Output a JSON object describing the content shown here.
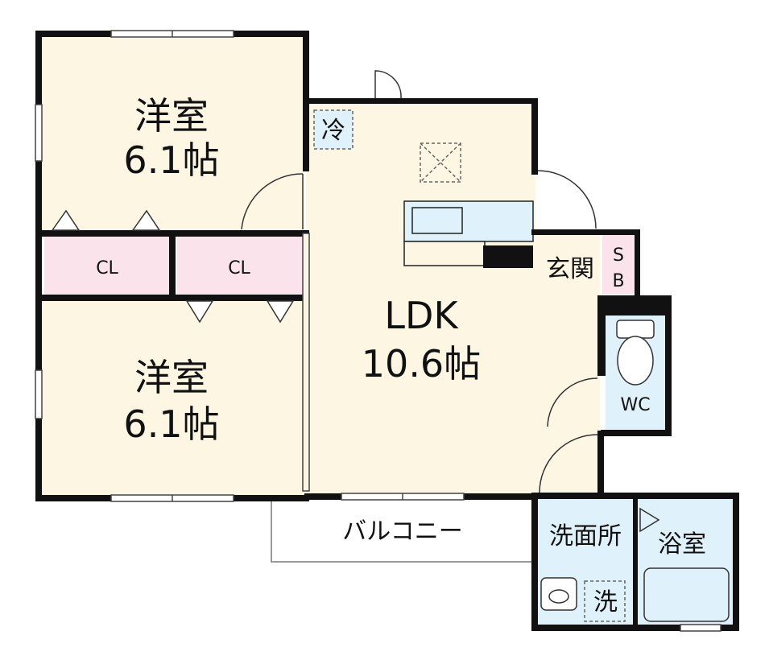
{
  "rooms": {
    "western_top": {
      "name": "洋室",
      "size": "6.1帖"
    },
    "western_bottom": {
      "name": "洋室",
      "size": "6.1帖"
    },
    "ldk": {
      "name": "LDK",
      "size": "10.6帖"
    },
    "closet_left": {
      "name": "CL"
    },
    "closet_right": {
      "name": "CL"
    },
    "entrance": {
      "name": "玄関"
    },
    "shoe_box": {
      "line1": "S",
      "line2": "B"
    },
    "toilet": {
      "name": "WC"
    },
    "washroom": {
      "name": "洗面所"
    },
    "bathroom": {
      "name": "浴室"
    },
    "balcony": {
      "name": "バルコニー"
    },
    "fridge": {
      "name": "冷"
    },
    "washer": {
      "name": "洗"
    }
  },
  "colors": {
    "room_fill": "#fdf6e2",
    "closet_fill": "#fbe3ec",
    "wet_fill": "#dff1fa",
    "wall": "#111111"
  }
}
